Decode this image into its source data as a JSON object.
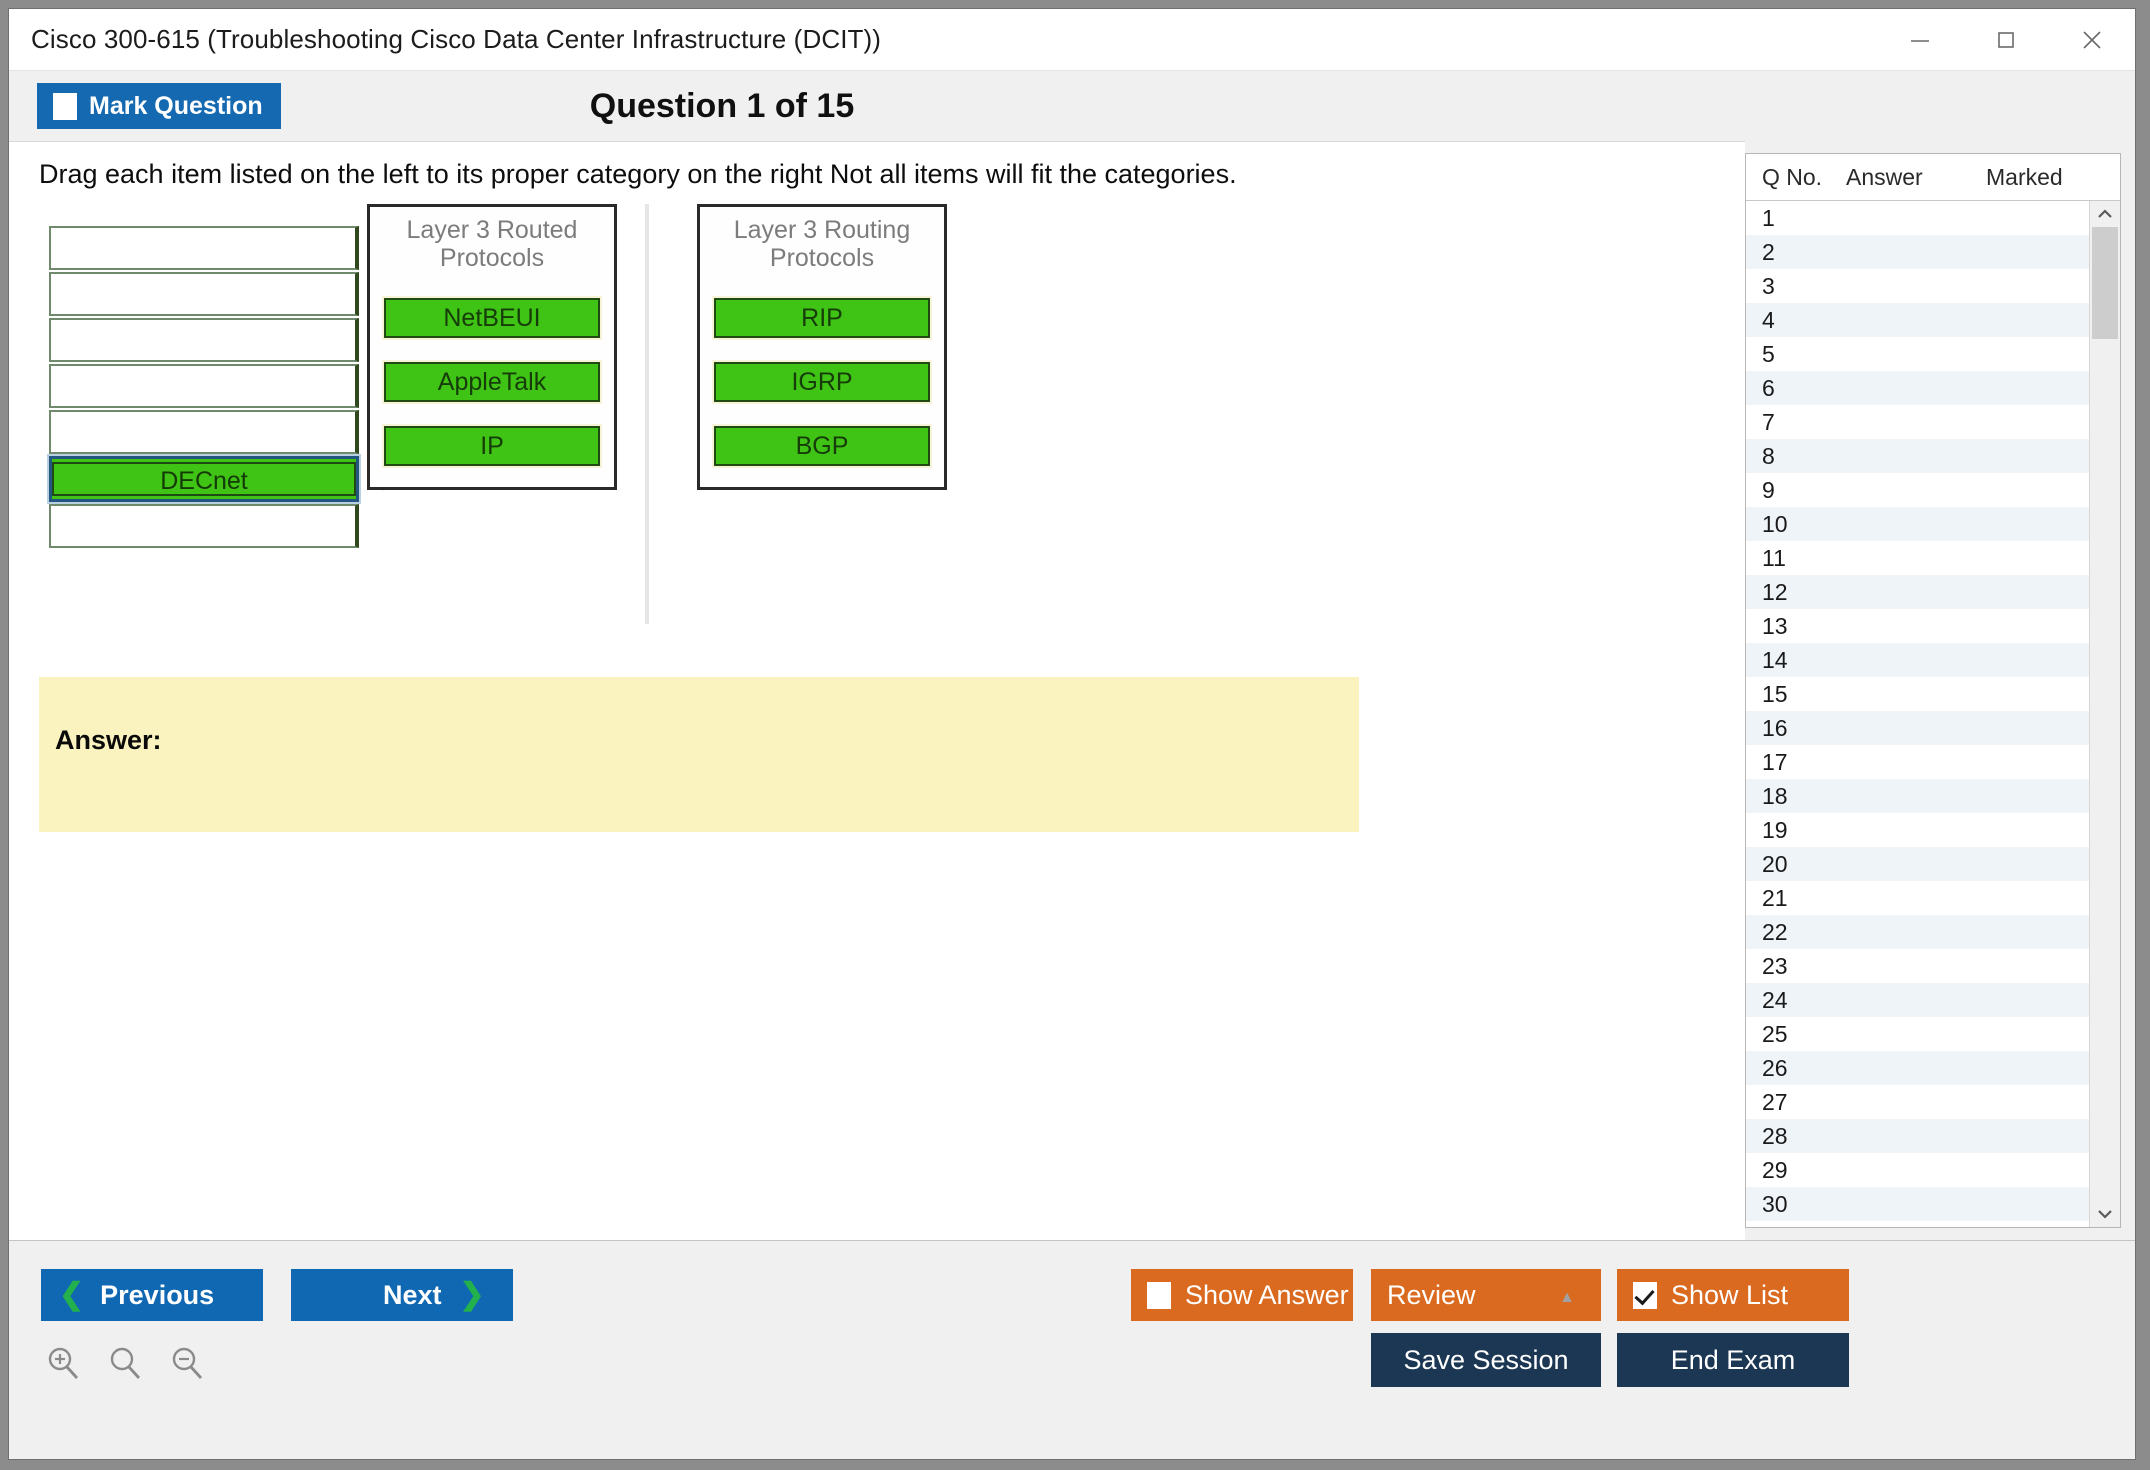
{
  "window": {
    "title": "Cisco 300-615 (Troubleshooting Cisco Data Center Infrastructure (DCIT))",
    "controls": {
      "minimize": "minimize-icon",
      "maximize": "maximize-icon",
      "close": "close-icon"
    }
  },
  "toolbar": {
    "mark_question_label": "Mark Question",
    "mark_question_checked": false,
    "question_title": "Question 1 of 15"
  },
  "question": {
    "instruction": "Drag each item listed on the left to its proper category on the right Not all items will fit the categories.",
    "answer_label": "Answer:",
    "answer_value": ""
  },
  "dragdrop": {
    "left_items": [
      {
        "label": "",
        "filled": false
      },
      {
        "label": "",
        "filled": false
      },
      {
        "label": "",
        "filled": false
      },
      {
        "label": "",
        "filled": false
      },
      {
        "label": "",
        "filled": false
      },
      {
        "label": "DECnet",
        "filled": true
      },
      {
        "label": "",
        "filled": false
      }
    ],
    "categories": [
      {
        "title": "Layer 3 Routed Protocols",
        "items": [
          "NetBEUI",
          "AppleTalk",
          "IP"
        ]
      },
      {
        "title": "Layer 3 Routing Protocols",
        "items": [
          "RIP",
          "IGRP",
          "BGP"
        ]
      }
    ]
  },
  "qlist": {
    "headers": {
      "no": "Q No.",
      "answer": "Answer",
      "marked": "Marked"
    },
    "rows": [
      {
        "no": "1",
        "answer": "",
        "marked": ""
      },
      {
        "no": "2",
        "answer": "",
        "marked": ""
      },
      {
        "no": "3",
        "answer": "",
        "marked": ""
      },
      {
        "no": "4",
        "answer": "",
        "marked": ""
      },
      {
        "no": "5",
        "answer": "",
        "marked": ""
      },
      {
        "no": "6",
        "answer": "",
        "marked": ""
      },
      {
        "no": "7",
        "answer": "",
        "marked": ""
      },
      {
        "no": "8",
        "answer": "",
        "marked": ""
      },
      {
        "no": "9",
        "answer": "",
        "marked": ""
      },
      {
        "no": "10",
        "answer": "",
        "marked": ""
      },
      {
        "no": "11",
        "answer": "",
        "marked": ""
      },
      {
        "no": "12",
        "answer": "",
        "marked": ""
      },
      {
        "no": "13",
        "answer": "",
        "marked": ""
      },
      {
        "no": "14",
        "answer": "",
        "marked": ""
      },
      {
        "no": "15",
        "answer": "",
        "marked": ""
      },
      {
        "no": "16",
        "answer": "",
        "marked": ""
      },
      {
        "no": "17",
        "answer": "",
        "marked": ""
      },
      {
        "no": "18",
        "answer": "",
        "marked": ""
      },
      {
        "no": "19",
        "answer": "",
        "marked": ""
      },
      {
        "no": "20",
        "answer": "",
        "marked": ""
      },
      {
        "no": "21",
        "answer": "",
        "marked": ""
      },
      {
        "no": "22",
        "answer": "",
        "marked": ""
      },
      {
        "no": "23",
        "answer": "",
        "marked": ""
      },
      {
        "no": "24",
        "answer": "",
        "marked": ""
      },
      {
        "no": "25",
        "answer": "",
        "marked": ""
      },
      {
        "no": "26",
        "answer": "",
        "marked": ""
      },
      {
        "no": "27",
        "answer": "",
        "marked": ""
      },
      {
        "no": "28",
        "answer": "",
        "marked": ""
      },
      {
        "no": "29",
        "answer": "",
        "marked": ""
      },
      {
        "no": "30",
        "answer": "",
        "marked": ""
      }
    ]
  },
  "footer": {
    "previous_label": "Previous",
    "next_label": "Next",
    "show_answer_label": "Show Answer",
    "show_answer_checked": false,
    "review_label": "Review",
    "show_list_label": "Show List",
    "show_list_checked": true,
    "save_session_label": "Save Session",
    "end_exam_label": "End Exam",
    "zoom_icons": [
      "zoom-in-icon",
      "zoom-reset-icon",
      "zoom-out-icon"
    ]
  },
  "colors": {
    "primary_blue": "#1068b3",
    "orange": "#da6a1f",
    "navy": "#1b3753",
    "item_green": "#3fc315",
    "answer_yellow": "#fbf3bf"
  }
}
